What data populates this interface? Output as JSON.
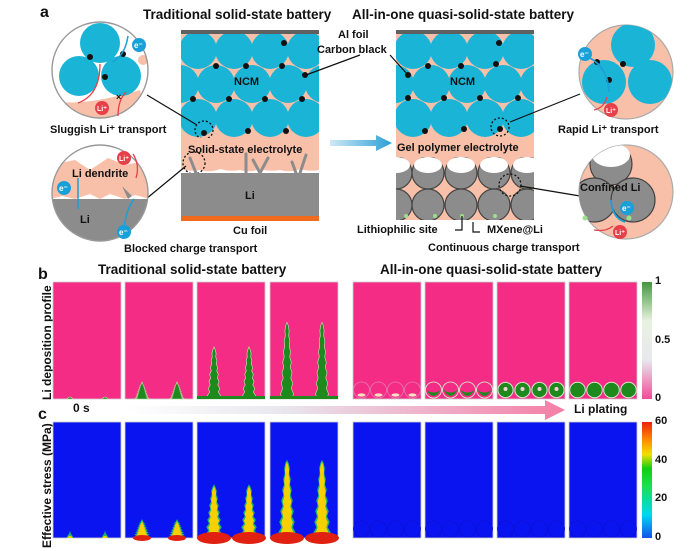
{
  "panel_a": {
    "letter": "a",
    "left_title": "Traditional solid-state battery",
    "right_title": "All-in-one quasi-solid-state battery",
    "labels": {
      "al_foil": "Al foil",
      "carbon_black": "Carbon black",
      "ncm_left": "NCM",
      "ncm_right": "NCM",
      "solid_electrolyte": "Solid-state electrolyte",
      "li_anode": "Li",
      "cu_foil": "Cu foil",
      "gel_electrolyte": "Gel polymer electrolyte",
      "lithiophilic_site": "Lithiophilic site",
      "mxene_li": "MXene@Li",
      "sluggish": "Sluggish Li⁺ transport",
      "blocked": "Blocked charge transport",
      "rapid": "Rapid Li⁺ transport",
      "continuous": "Continuous charge transport",
      "li_dendrite": "Li dendrite",
      "li_inset": "Li",
      "confined_li": "Confined Li",
      "electron": "e⁻",
      "li_ion": "Li⁺"
    },
    "colors": {
      "ncm": "#19b4d6",
      "electrolyte": "#f8c0a8",
      "li_metal": "#8c8c8c",
      "cu_foil": "#f26a1b",
      "al_foil": "#606060",
      "li_ion": "#e8404a",
      "electron": "#1aa0d8",
      "arrow": "#2a9fd6"
    }
  },
  "panel_b": {
    "letter": "b",
    "ylabel": "Li deposition profile",
    "left_title": "Traditional solid-state battery",
    "right_title": "All-in-one quasi-solid-state battery",
    "left_frames_dendrite_height_fraction": [
      0.02,
      0.12,
      0.42,
      0.63
    ],
    "right_frames_fill_stage": [
      "empty",
      "crescent",
      "filled-core",
      "full"
    ],
    "colorbar": {
      "ticks": [
        "1",
        "0.5",
        "0"
      ],
      "min": 0,
      "max": 1,
      "colors": [
        "#3f9a3a",
        "#e8f2e0",
        "#e8e8ee",
        "#f04c97"
      ]
    },
    "colors": {
      "background": "#f52c86",
      "deposit": "#1e8a1e"
    }
  },
  "timeline": {
    "start_label": "0 s",
    "end_label": "Li plating"
  },
  "panel_c": {
    "letter": "c",
    "ylabel": "Effective stress (MPa)",
    "left_frames_dendrite_height_fraction": [
      0.02,
      0.12,
      0.42,
      0.63
    ],
    "colorbar": {
      "ticks": [
        "60",
        "40",
        "20",
        "0"
      ],
      "min": 0,
      "max": 60
    },
    "colors": {
      "background": "#0a14f0"
    }
  }
}
